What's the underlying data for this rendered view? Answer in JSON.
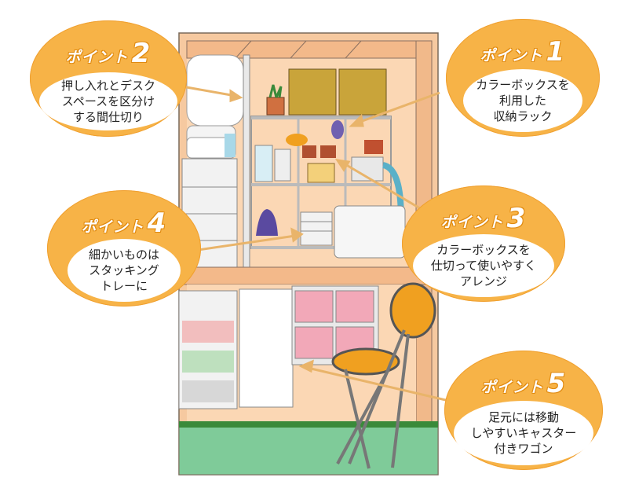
{
  "callouts": [
    {
      "id": "point-1",
      "heading": "ポイント",
      "number": "1",
      "text": "カラーボックスを\n利用した\n収納ラック"
    },
    {
      "id": "point-2",
      "heading": "ポイント",
      "number": "2",
      "text": "押し入れとデスク\nスペースを区分け\nする間仕切り"
    },
    {
      "id": "point-3",
      "heading": "ポイント",
      "number": "3",
      "text": "カラーボックスを\n仕切って使いやすく\nアレンジ"
    },
    {
      "id": "point-4",
      "heading": "ポイント",
      "number": "4",
      "text": "細かいものは\nスタッキング\nトレーに"
    },
    {
      "id": "point-5",
      "heading": "ポイント",
      "number": "5",
      "text": "足元には移動\nしやすいキャスター\n付きワゴン"
    }
  ],
  "colors": {
    "callout": "#f7b347",
    "wall": "#fbd7b4",
    "frame": "#f1b98a",
    "floor": "#7fcb99",
    "arrow": "#e9b46a"
  }
}
